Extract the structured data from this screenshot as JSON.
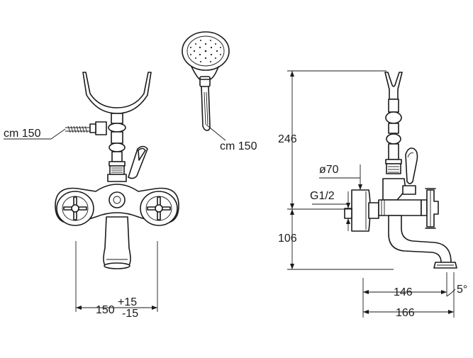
{
  "labels": {
    "hose_length_left": "cm 150",
    "hose_length_right": "cm 150",
    "width_main": "150",
    "tol_plus": "+15",
    "tol_minus": "-15",
    "height_total": "246",
    "height_lower": "106",
    "diameter": "ø70",
    "thread": "G1/2",
    "spout_reach_inner": "146",
    "spout_reach_outer": "166",
    "spout_angle": "5°"
  },
  "colors": {
    "line": "#1a1a1a",
    "background": "#ffffff"
  }
}
